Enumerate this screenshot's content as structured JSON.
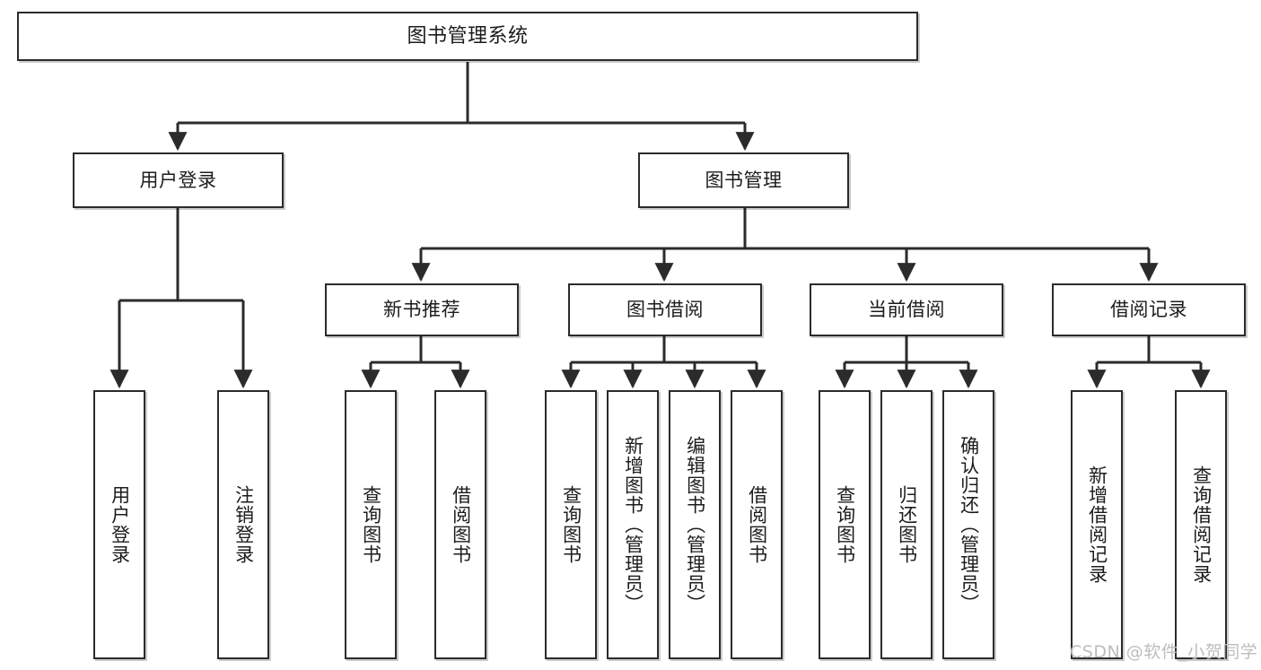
{
  "diagram": {
    "title": "图书管理系统",
    "type": "hierarchy-tree",
    "levels": {
      "root": {
        "label": "图书管理系统"
      },
      "level2": [
        {
          "id": "user-login",
          "label": "用户登录"
        },
        {
          "id": "book-manage",
          "label": "图书管理"
        }
      ],
      "level3": [
        {
          "id": "new-book-recommend",
          "label": "新书推荐",
          "parent": "book-manage"
        },
        {
          "id": "book-borrow",
          "label": "图书借阅",
          "parent": "book-manage"
        },
        {
          "id": "current-borrow",
          "label": "当前借阅",
          "parent": "book-manage"
        },
        {
          "id": "borrow-record",
          "label": "借阅记录",
          "parent": "book-manage"
        }
      ],
      "leaves": [
        {
          "id": "leaf-user-login",
          "label": "用户登录",
          "parent": "user-login"
        },
        {
          "id": "leaf-user-logout",
          "label": "注销登录",
          "parent": "user-login"
        },
        {
          "id": "leaf-query-book-1",
          "label": "查询图书",
          "parent": "new-book-recommend"
        },
        {
          "id": "leaf-borrow-book-1",
          "label": "借阅图书",
          "parent": "new-book-recommend"
        },
        {
          "id": "leaf-query-book-2",
          "label": "查询图书",
          "parent": "book-borrow"
        },
        {
          "id": "leaf-add-book",
          "label": "新增图书（管理员）",
          "parent": "book-borrow"
        },
        {
          "id": "leaf-edit-book",
          "label": "编辑图书（管理员）",
          "parent": "book-borrow"
        },
        {
          "id": "leaf-borrow-book-2",
          "label": "借阅图书",
          "parent": "book-borrow"
        },
        {
          "id": "leaf-query-book-3",
          "label": "查询图书",
          "parent": "current-borrow"
        },
        {
          "id": "leaf-return-book",
          "label": "归还图书",
          "parent": "current-borrow"
        },
        {
          "id": "leaf-confirm-return",
          "label": "确认归还（管理员）",
          "parent": "current-borrow"
        },
        {
          "id": "leaf-add-record",
          "label": "新增借阅记录",
          "parent": "borrow-record"
        },
        {
          "id": "leaf-query-record",
          "label": "查询借阅记录",
          "parent": "borrow-record"
        }
      ]
    },
    "colors": {
      "stroke": "#2b2b2b",
      "fill": "#ffffff",
      "text": "#1c1c1c",
      "watermark": "#bdbdbd"
    }
  },
  "watermark": {
    "text": "CSDN @软件_小贺同学"
  }
}
